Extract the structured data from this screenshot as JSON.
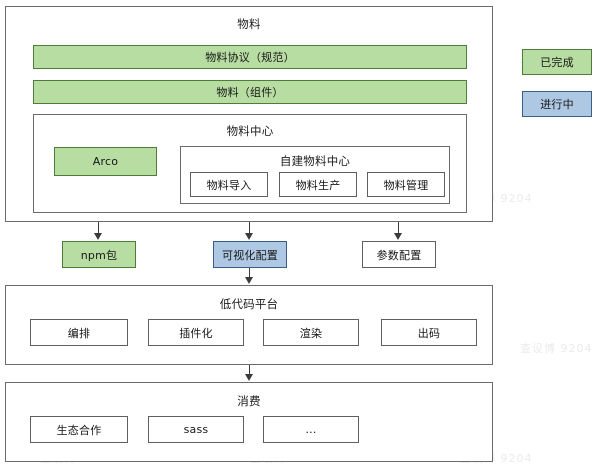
{
  "diagram": {
    "title": "物料",
    "legend": [
      {
        "label": "已完成",
        "color": "#b7dda2",
        "state": "done"
      },
      {
        "label": "进行中",
        "color": "#aec8e4",
        "state": "in-progress"
      }
    ],
    "material": {
      "title": "物料",
      "bars": [
        {
          "label": "物料协议（规范）",
          "color": "#b7dda2"
        },
        {
          "label": "物料（组件）",
          "color": "#b7dda2"
        }
      ],
      "center": {
        "title": "物料中心",
        "arco": {
          "label": "Arco",
          "color": "#b7dda2"
        },
        "self_built": {
          "title": "自建物料中心",
          "items": [
            {
              "label": "物料导入"
            },
            {
              "label": "物料生产"
            },
            {
              "label": "物料管理"
            }
          ]
        }
      }
    },
    "outputs": [
      {
        "label": "npm包",
        "color": "#b7dda2"
      },
      {
        "label": "可视化配置",
        "color": "#aec8e4"
      },
      {
        "label": "参数配置",
        "color": "#ffffff"
      }
    ],
    "lowcode": {
      "title": "低代码平台",
      "items": [
        {
          "label": "编排"
        },
        {
          "label": "插件化"
        },
        {
          "label": "渲染"
        },
        {
          "label": "出码"
        }
      ]
    },
    "consumption": {
      "title": "消费",
      "items": [
        {
          "label": "生态合作"
        },
        {
          "label": "sass"
        },
        {
          "label": "..."
        }
      ]
    },
    "watermarks": [
      "查设博 9204",
      "查设博 9204",
      "查设博 9204",
      "查设博 9204",
      "查设博 9204",
      "查设博 9204",
      "查设博 9204",
      "查设博 9204",
      "查设博 9204",
      "查设博 9204",
      "查设博 9204",
      "查设博 9204"
    ]
  }
}
